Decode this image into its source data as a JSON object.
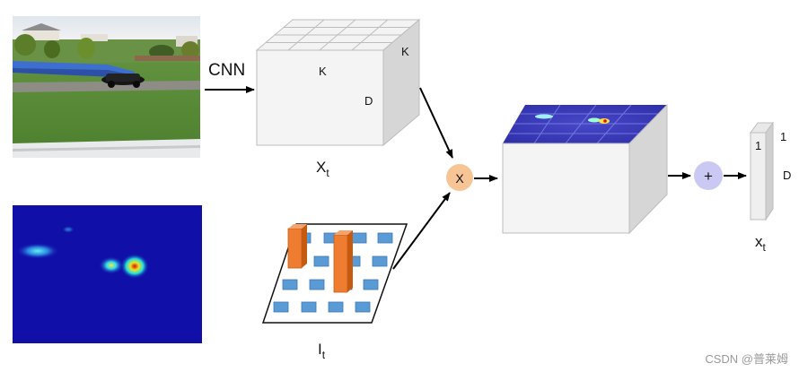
{
  "labels": {
    "cnn": "CNN",
    "cube_k_top": "K",
    "cube_k_front": "K",
    "cube_d": "D",
    "xt_main": "X",
    "xt_sub": "t",
    "it_main": "I",
    "it_sub": "t",
    "multiply": "X",
    "plus": "+",
    "vec_one_front": "1",
    "vec_one_side": "1",
    "vec_d": "D",
    "xt_small_main": "x",
    "xt_small_sub": "t"
  },
  "watermark": "CSDN @普莱姆",
  "colors": {
    "arrow": "#000000",
    "multiply_node": "#f7c496",
    "plus_node": "#c9c9f3",
    "bar_orange": "#ef7d31",
    "cube_blue": "#5b9bd5",
    "heat_background": "#1010a8",
    "grid_top": "#3636b4"
  }
}
